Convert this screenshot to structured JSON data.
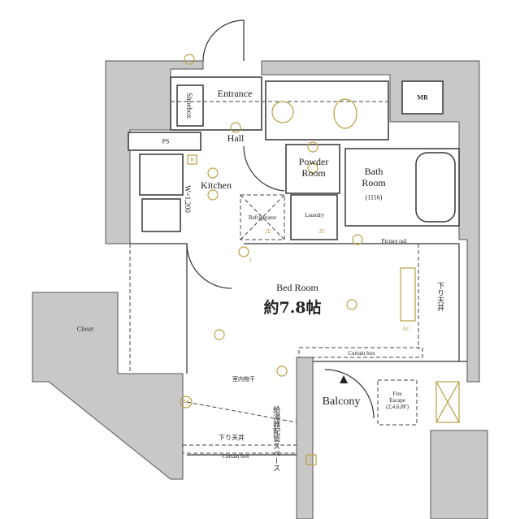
{
  "rooms": {
    "entrance": "Entrance",
    "shoebox": "Shoebox",
    "mb": "MB",
    "ps": "PS",
    "hall": "Hall",
    "kitchen": "Kitchen",
    "kitchen_width": "W=1,200",
    "powder_room": "Powder\nRoom",
    "bath_room": "Bath\nRoom",
    "bath_size": "(1116)",
    "laundry": "Laundry",
    "refrigerator": "Refrigerator",
    "picture_rail": "Picture rail",
    "bed_room": "Bed Room",
    "bed_room_size": "約7.8帖",
    "lowered_ceiling": "下り天井",
    "lowered_ceiling_right": "下り天井",
    "closet": "Closet",
    "curtain_box_top": "Curtain box",
    "curtain_box_bottom": "Curtain box",
    "indoor_drying": "室内物干",
    "piping_space": "給湯器配管スペース",
    "balcony": "Balcony",
    "fire_escape": "Fire\nEscape\n(2,4,6,8F)",
    "ac": "AC"
  },
  "symbols": {
    "refrigerator_outlet": "2E",
    "laundry_outlet": "2E",
    "range_hood": "R",
    "intercom": "M",
    "gas": "G",
    "outlet_count": "2"
  },
  "colors": {
    "wall": "#c8c8c8",
    "line": "#333333",
    "fixture": "#b8a040"
  }
}
